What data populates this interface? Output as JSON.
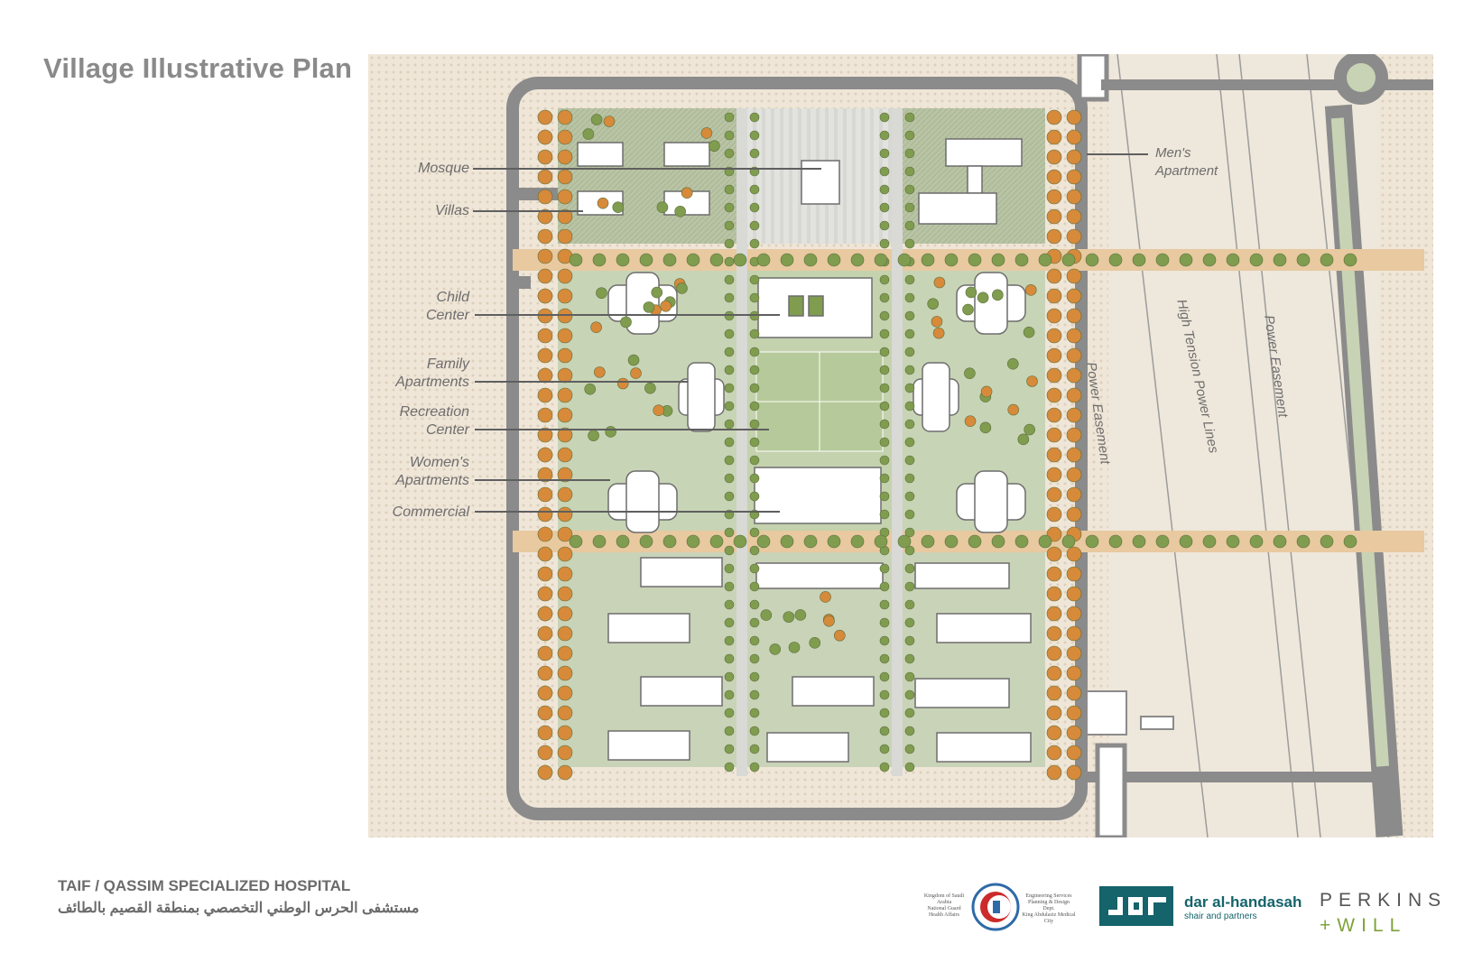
{
  "title": "Village Illustrative Plan",
  "labels": {
    "mosque": "Mosque",
    "villas": "Villas",
    "child_center_1": "Child",
    "child_center_2": "Center",
    "family_apartments_1": "Family",
    "family_apartments_2": "Apartments",
    "recreation_center_1": "Recreation",
    "recreation_center_2": "Center",
    "womens_apartments_1": "Women's",
    "womens_apartments_2": "Apartments",
    "commercial": "Commercial",
    "mens_apartment_1": "Men's",
    "mens_apartment_2": "Apartment",
    "power_easement_left": "Power Easement",
    "high_tension": "High Tension Power Lines",
    "power_easement_right": "Power Easement"
  },
  "footer": {
    "project_en": "TAIF / QASSIM SPECIALIZED HOSPITAL",
    "project_ar": "مستشفى الحرس الوطني التخصصي بمنطقة القصيم بالطائف"
  },
  "logos": {
    "ng_left": [
      "Kingdom of Saudi Arabia",
      "National Guard",
      "Health Affairs"
    ],
    "ng_right": [
      "Engineering Services",
      "Planning & Design Dept.",
      "King Abdulaziz Medical City"
    ],
    "dar_name": "dar al-handasah",
    "dar_sub": "shair and partners",
    "pw_line1": "PERKINS",
    "pw_line2": "+WILL"
  },
  "colors": {
    "background": "#f0e8dc",
    "road": "#8b8b8b",
    "lawn": "#c7d3b4",
    "tree_green": "#7f9c4f",
    "tree_orange": "#d68a3a",
    "band": "#e8c9a0"
  }
}
